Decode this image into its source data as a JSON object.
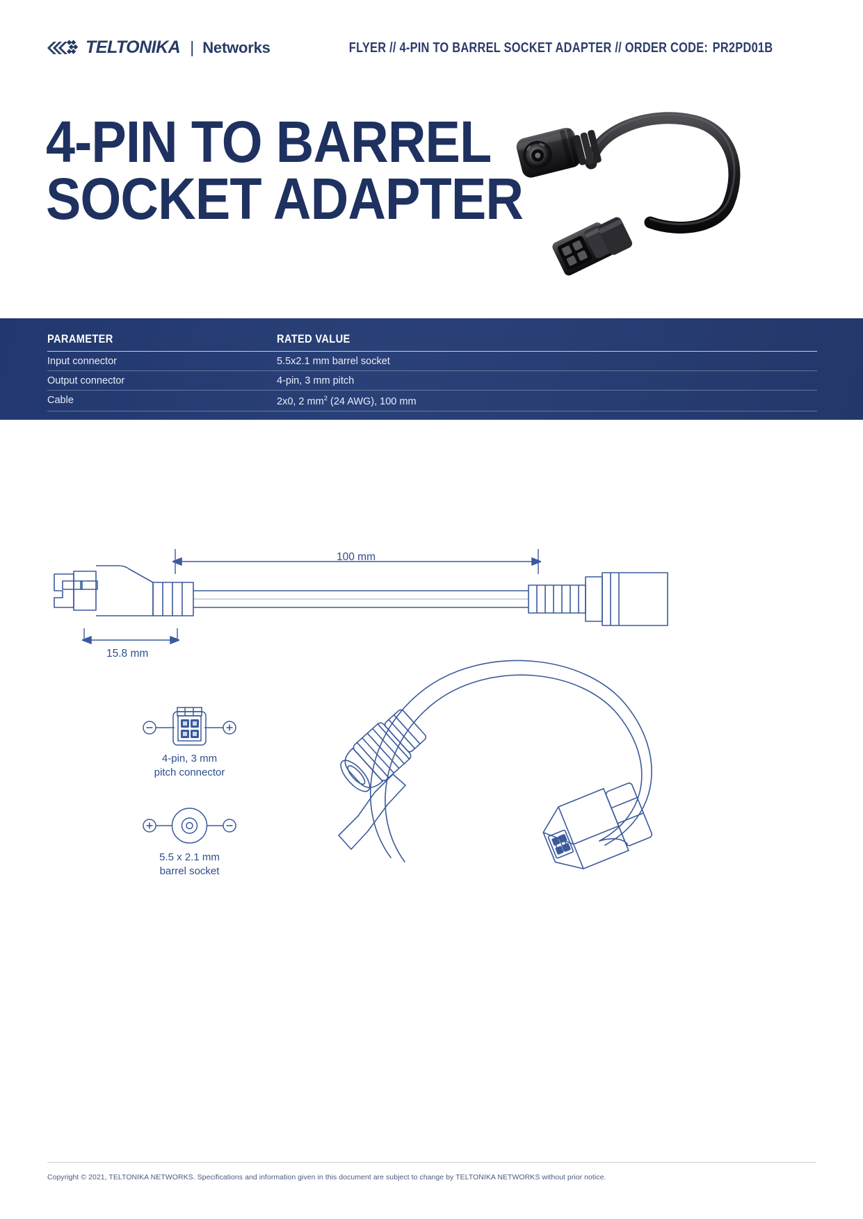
{
  "header": {
    "logo_name": "TELTONIKA",
    "logo_separator": "|",
    "logo_sub": "Networks",
    "flyer_line": "FLYER // 4-PIN TO BARREL SOCKET ADAPTER // ORDER CODE:",
    "order_code": "PR2PD01B"
  },
  "hero": {
    "title_line1": "4-PIN TO BARREL",
    "title_line2": "SOCKET ADAPTER"
  },
  "spec_table": {
    "col1_header": "PARAMETER",
    "col2_header": "RATED VALUE",
    "rows": [
      {
        "parameter": "Input connector",
        "value": "5.5x2.1 mm barrel socket"
      },
      {
        "parameter": "Output connector",
        "value": "4-pin, 3 mm pitch"
      },
      {
        "parameter": "Cable",
        "value_pre": "2x0, 2 mm",
        "value_sup": "2",
        "value_post": " (24 AWG), 100 mm"
      }
    ]
  },
  "drawing": {
    "dim_length": "100 mm",
    "dim_connector": "15.8 mm",
    "callout_4pin_line1": "4-pin, 3 mm",
    "callout_4pin_line2": "pitch connector",
    "callout_barrel_line1": "5.5 x 2.1 mm",
    "callout_barrel_line2": "barrel socket",
    "polarity_negative": "−",
    "polarity_positive": "+"
  },
  "footer": {
    "copyright": "Copyright © 2021, TELTONIKA NETWORKS. Specifications and information given in this document are subject to change by TELTONIKA NETWORKS without prior notice."
  },
  "colors": {
    "navy": "#1e3160",
    "band": "#24376b",
    "drawing_blue": "#2d4e8e",
    "text_light": "#e9edf6"
  }
}
